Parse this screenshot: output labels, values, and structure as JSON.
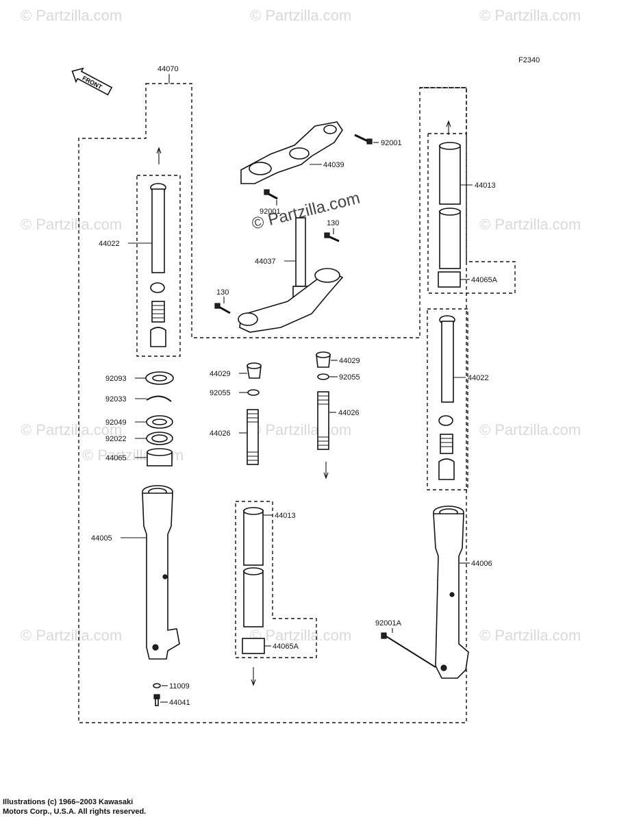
{
  "diagram_code": "F2340",
  "front_marker": "FRONT",
  "watermarks": [
    "© Partzilla.com",
    "© Partzilla.com",
    "© Partzilla.com",
    "© Partzilla.com",
    "© Partzilla.com",
    "© Partzilla.com",
    "© Partzilla.com",
    "© Partzilla.com",
    "© Partzilla.com",
    "© Partzilla.com",
    "© Partzilla.com",
    "© Partzilla.com",
    "© Partzilla.com"
  ],
  "callouts": {
    "c44070": "44070",
    "c92001_top": "92001",
    "c44039": "44039",
    "c92001_mid": "92001",
    "c130_top": "130",
    "c44037": "44037",
    "c130_left": "130",
    "c44022_left": "44022",
    "c44013_right": "44013",
    "c44065A_right": "44065A",
    "c44022_right": "44022",
    "c92093": "92093",
    "c92033": "92033",
    "c92049": "92049",
    "c92022": "92022",
    "c44065": "44065",
    "c44029_left": "44029",
    "c92055_left": "92055",
    "c44026_left": "44026",
    "c44029_right": "44029",
    "c92055_right": "92055",
    "c44026_right": "44026",
    "c44005": "44005",
    "c44013_mid": "44013",
    "c44065A_mid": "44065A",
    "c44006": "44006",
    "c92001A": "92001A",
    "c11009": "11009",
    "c44041": "44041"
  },
  "copyright": {
    "line1": "Illustrations (c) 1966–2003 Kawasaki",
    "line2": "Motors Corp., U.S.A.  All rights reserved."
  }
}
